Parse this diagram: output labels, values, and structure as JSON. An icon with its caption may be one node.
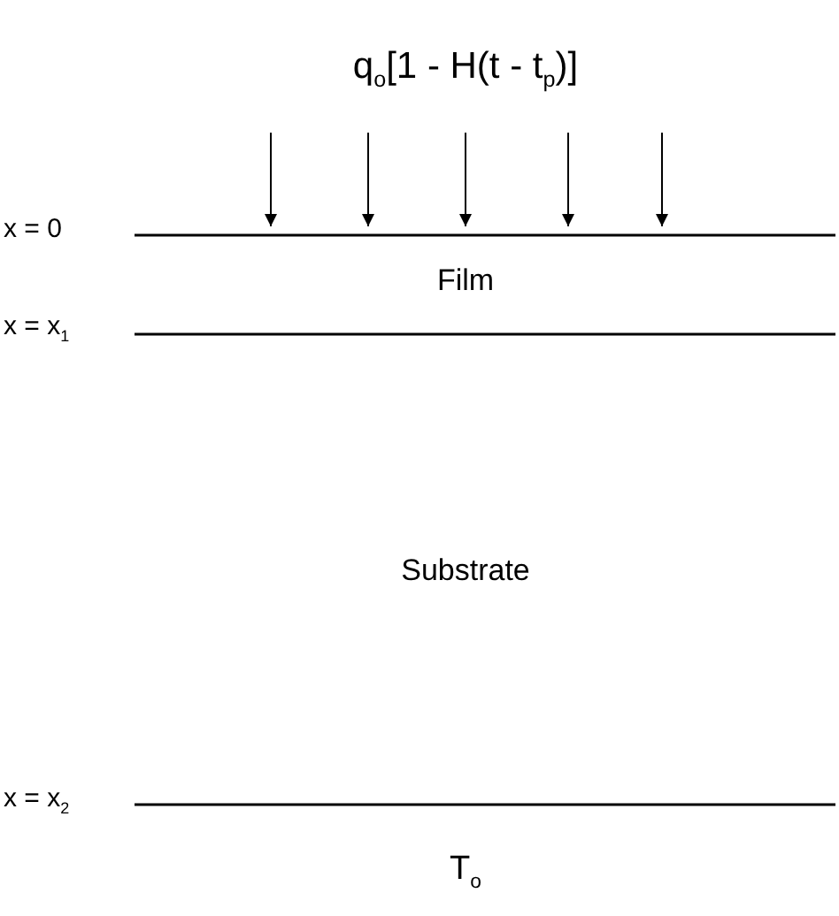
{
  "diagram": {
    "labels": [
      "q$_{o}$[1 - H(t - t$_{p}$)]",
      "x = 0",
      "Film",
      "x = x$_{1}$",
      "Substrate",
      "x = x$_{2}$",
      "T$_{o}$"
    ]
  }
}
